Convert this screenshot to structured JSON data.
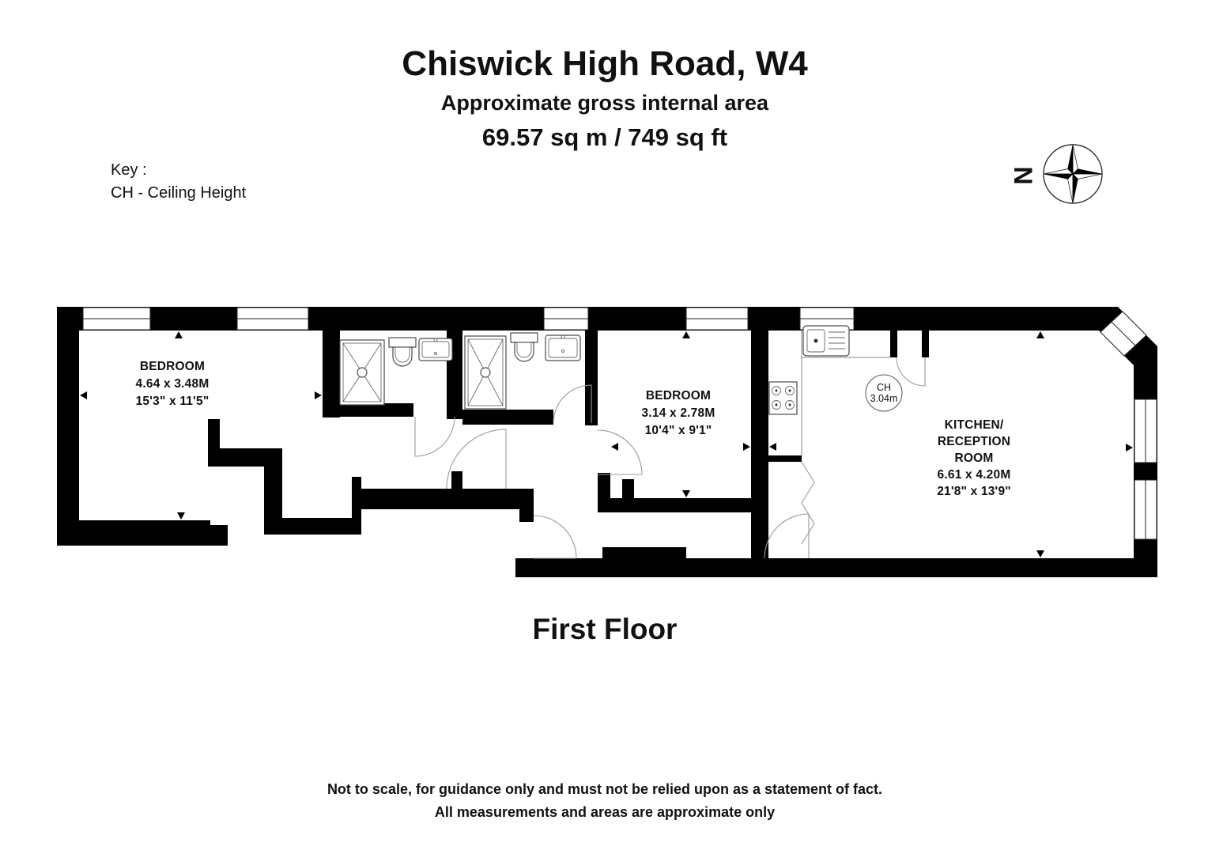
{
  "header": {
    "title": "Chiswick High Road, W4",
    "subtitle": "Approximate gross internal area",
    "area": "69.57 sq m /  749 sq ft"
  },
  "key": {
    "label": "Key :",
    "item": "CH - Ceiling Height"
  },
  "compass": {
    "north": "N"
  },
  "floor_plan": {
    "bedroom1": {
      "name": "BEDROOM",
      "metric": "4.64 x 3.48M",
      "imperial": "15'3\" x 11'5\""
    },
    "bedroom2": {
      "name": "BEDROOM",
      "metric": "3.14 x 2.78M",
      "imperial": "10'4\" x 9'1\""
    },
    "kitchen": {
      "name_line1": "KITCHEN/",
      "name_line2": "RECEPTION",
      "name_line3": "ROOM",
      "metric": "6.61 x 4.20M",
      "imperial": "21'8\" x 13'9\""
    },
    "ceiling_height_badge": {
      "abbr": "CH",
      "value": "3.04m"
    }
  },
  "floor_label": "First Floor",
  "footer": {
    "line1": "Not to scale, for guidance only and must not be relied upon as a statement of fact.",
    "line2": "All measurements and areas are approximate only"
  }
}
